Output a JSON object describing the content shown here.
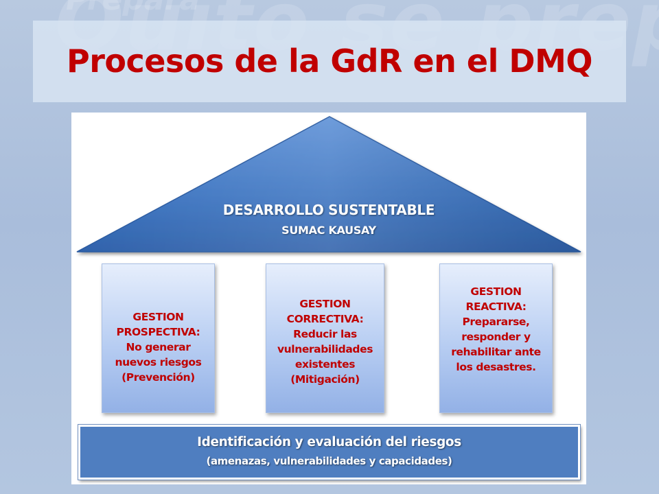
{
  "watermark": {
    "small": "Prepara",
    "large": "Quito se prepara"
  },
  "slide": {
    "title": "Procesos de la GdR en el DMQ"
  },
  "roof": {
    "title": "DESARROLLO SUSTENTABLE",
    "subtitle": "SUMAC KAUSAY",
    "color": "#3b73c0"
  },
  "pillars": [
    {
      "lines": [
        "GESTION",
        "PROSPECTIVA:",
        "No generar",
        "nuevos riesgos",
        "(Prevención)"
      ]
    },
    {
      "lines": [
        "GESTION",
        "CORRECTIVA:",
        "Reducir las",
        "vulnerabilidades",
        "existentes",
        "(Mitigación)"
      ]
    },
    {
      "lines": [
        "GESTION",
        "REACTIVA:",
        "Prepararse,",
        "responder  y",
        "rehabilitar ante",
        "los desastres."
      ]
    }
  ],
  "base": {
    "title": "Identificación y evaluación del riesgos",
    "subtitle": "(amenazas, vulnerabilidades y capacidades)",
    "color": "#4f7ec0"
  },
  "colors": {
    "title_red": "#c00000",
    "background": "#b0c4df"
  }
}
